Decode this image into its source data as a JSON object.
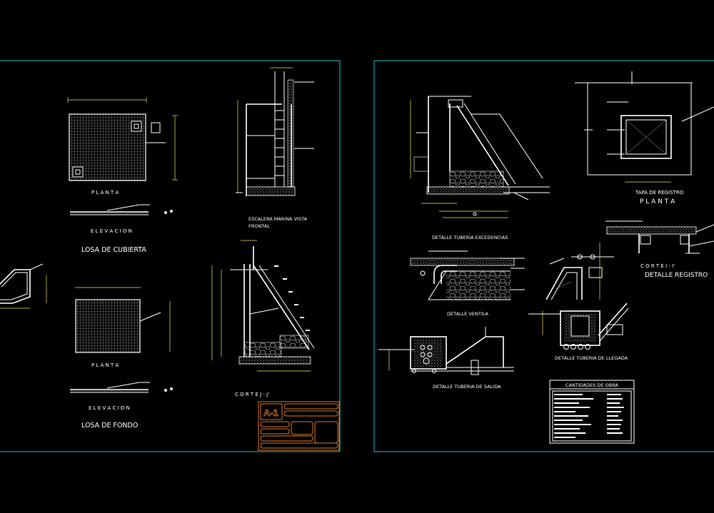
{
  "colors": {
    "background": "#000000",
    "sheet_border": "#19c4c4",
    "linework": "#ffffff",
    "title_block": "#d8782a",
    "dims": "#e8e84a"
  },
  "sheet1": {
    "planta_1": "P L A N T A",
    "elevacion_1": "E L E V A C I O N",
    "losa_cubierta": "LOSA DE CUBIERTA",
    "escalera_1": "ESCALERA MARINA VISTA",
    "escalera_2": "FRONTAL",
    "planta_2": "P L A N T A",
    "elevacion_2": "E L E V A C I O N",
    "losa_fondo": "LOSA DE FONDO",
    "corte_jj": "C O R T E   J - J'",
    "sheet_code": "A-1"
  },
  "sheet2": {
    "det_excedencias": "DETALLE TUBERIA EXCEDENCIAS",
    "tapa_registro": "TAPA DE REGISTRO",
    "planta": "P L A N T A",
    "corte_ii": "C O R T E   I - I'",
    "det_registro": "DETALLE REGISTRO",
    "det_ventila": "DETALLE VENTILA",
    "det_llegada": "DETALLE TUBERIA DE LLEGADA",
    "det_salida": "DETALLE TUBERIA DE SALIDA",
    "cantidades": "CANTIDADES DE OBRA"
  }
}
